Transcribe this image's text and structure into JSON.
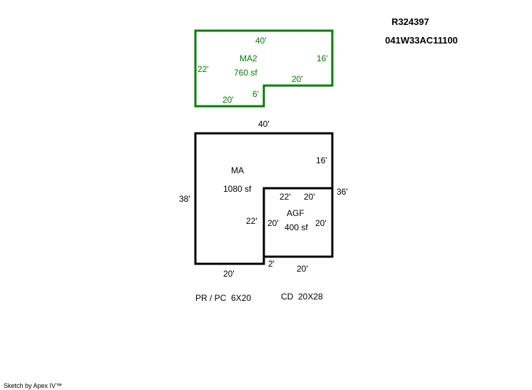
{
  "header": {
    "parcel_id": "R324397",
    "map_number": "041W33AC11100"
  },
  "colors": {
    "upper_floor": "#008000",
    "main_floor": "#000000"
  },
  "ma2": {
    "name": "MA2",
    "area": "760 sf",
    "top": "40'",
    "right": "16'",
    "left": "22'",
    "step_top": "20'",
    "step_vert": "6'",
    "bottom": "20'"
  },
  "ma": {
    "name": "MA",
    "area": "1080 sf",
    "top": "40'",
    "right_upper": "16'",
    "right_total": "36'",
    "left": "38'",
    "inner": "22'",
    "step": "2'",
    "bottom": "20'"
  },
  "agf": {
    "name": "AGF",
    "area": "400 sf",
    "top_a": "22'",
    "top_b": "20'",
    "left": "20'",
    "right": "20'",
    "bottom": "20'"
  },
  "notes": {
    "porch": "PR / PC  6X20",
    "deck": "CD  20X28"
  },
  "footer": {
    "credit": "Sketch by Apex IV™"
  }
}
